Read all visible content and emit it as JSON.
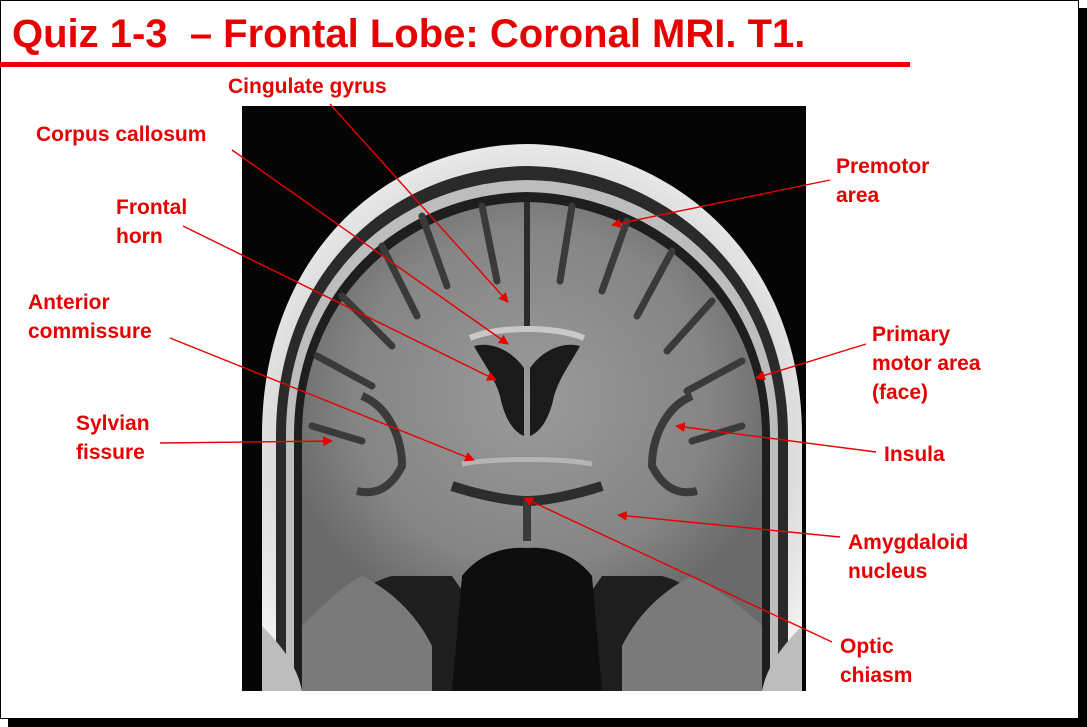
{
  "title": "Quiz 1-3  – Frontal Lobe: Coronal MRI. T1.",
  "colors": {
    "accent": "#e60000",
    "background": "#ffffff"
  },
  "labels": {
    "cingulate_gyrus": "Cingulate gyrus",
    "corpus_callosum": "Corpus callosum",
    "frontal_horn": "Frontal\nhorn",
    "anterior_commissure": "Anterior\ncommissure",
    "sylvian_fissure": "Sylvian\nfissure",
    "premotor_area": "Premotor\narea",
    "primary_motor_area": "Primary\nmotor area\n(face)",
    "insula": "Insula",
    "amygdaloid_nucleus": "Amygdaloid\nnucleus",
    "optic_chiasm": "Optic\nchiasm"
  }
}
